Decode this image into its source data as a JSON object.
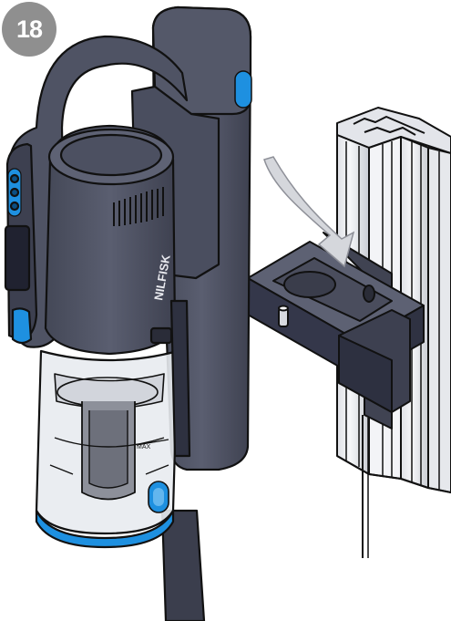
{
  "step": {
    "number": "18"
  },
  "vacuum": {
    "brand": "NILFISK",
    "max_label": "MAX",
    "accent_color": "#1e90e0",
    "body_color": "#4f5364",
    "body_dark": "#3a3d4c",
    "body_light": "#6a6e80"
  },
  "icons": {
    "power": "power-icon",
    "mode": "mode-icon",
    "boost": "boost-icon",
    "arrow": "down-arrow-icon"
  }
}
